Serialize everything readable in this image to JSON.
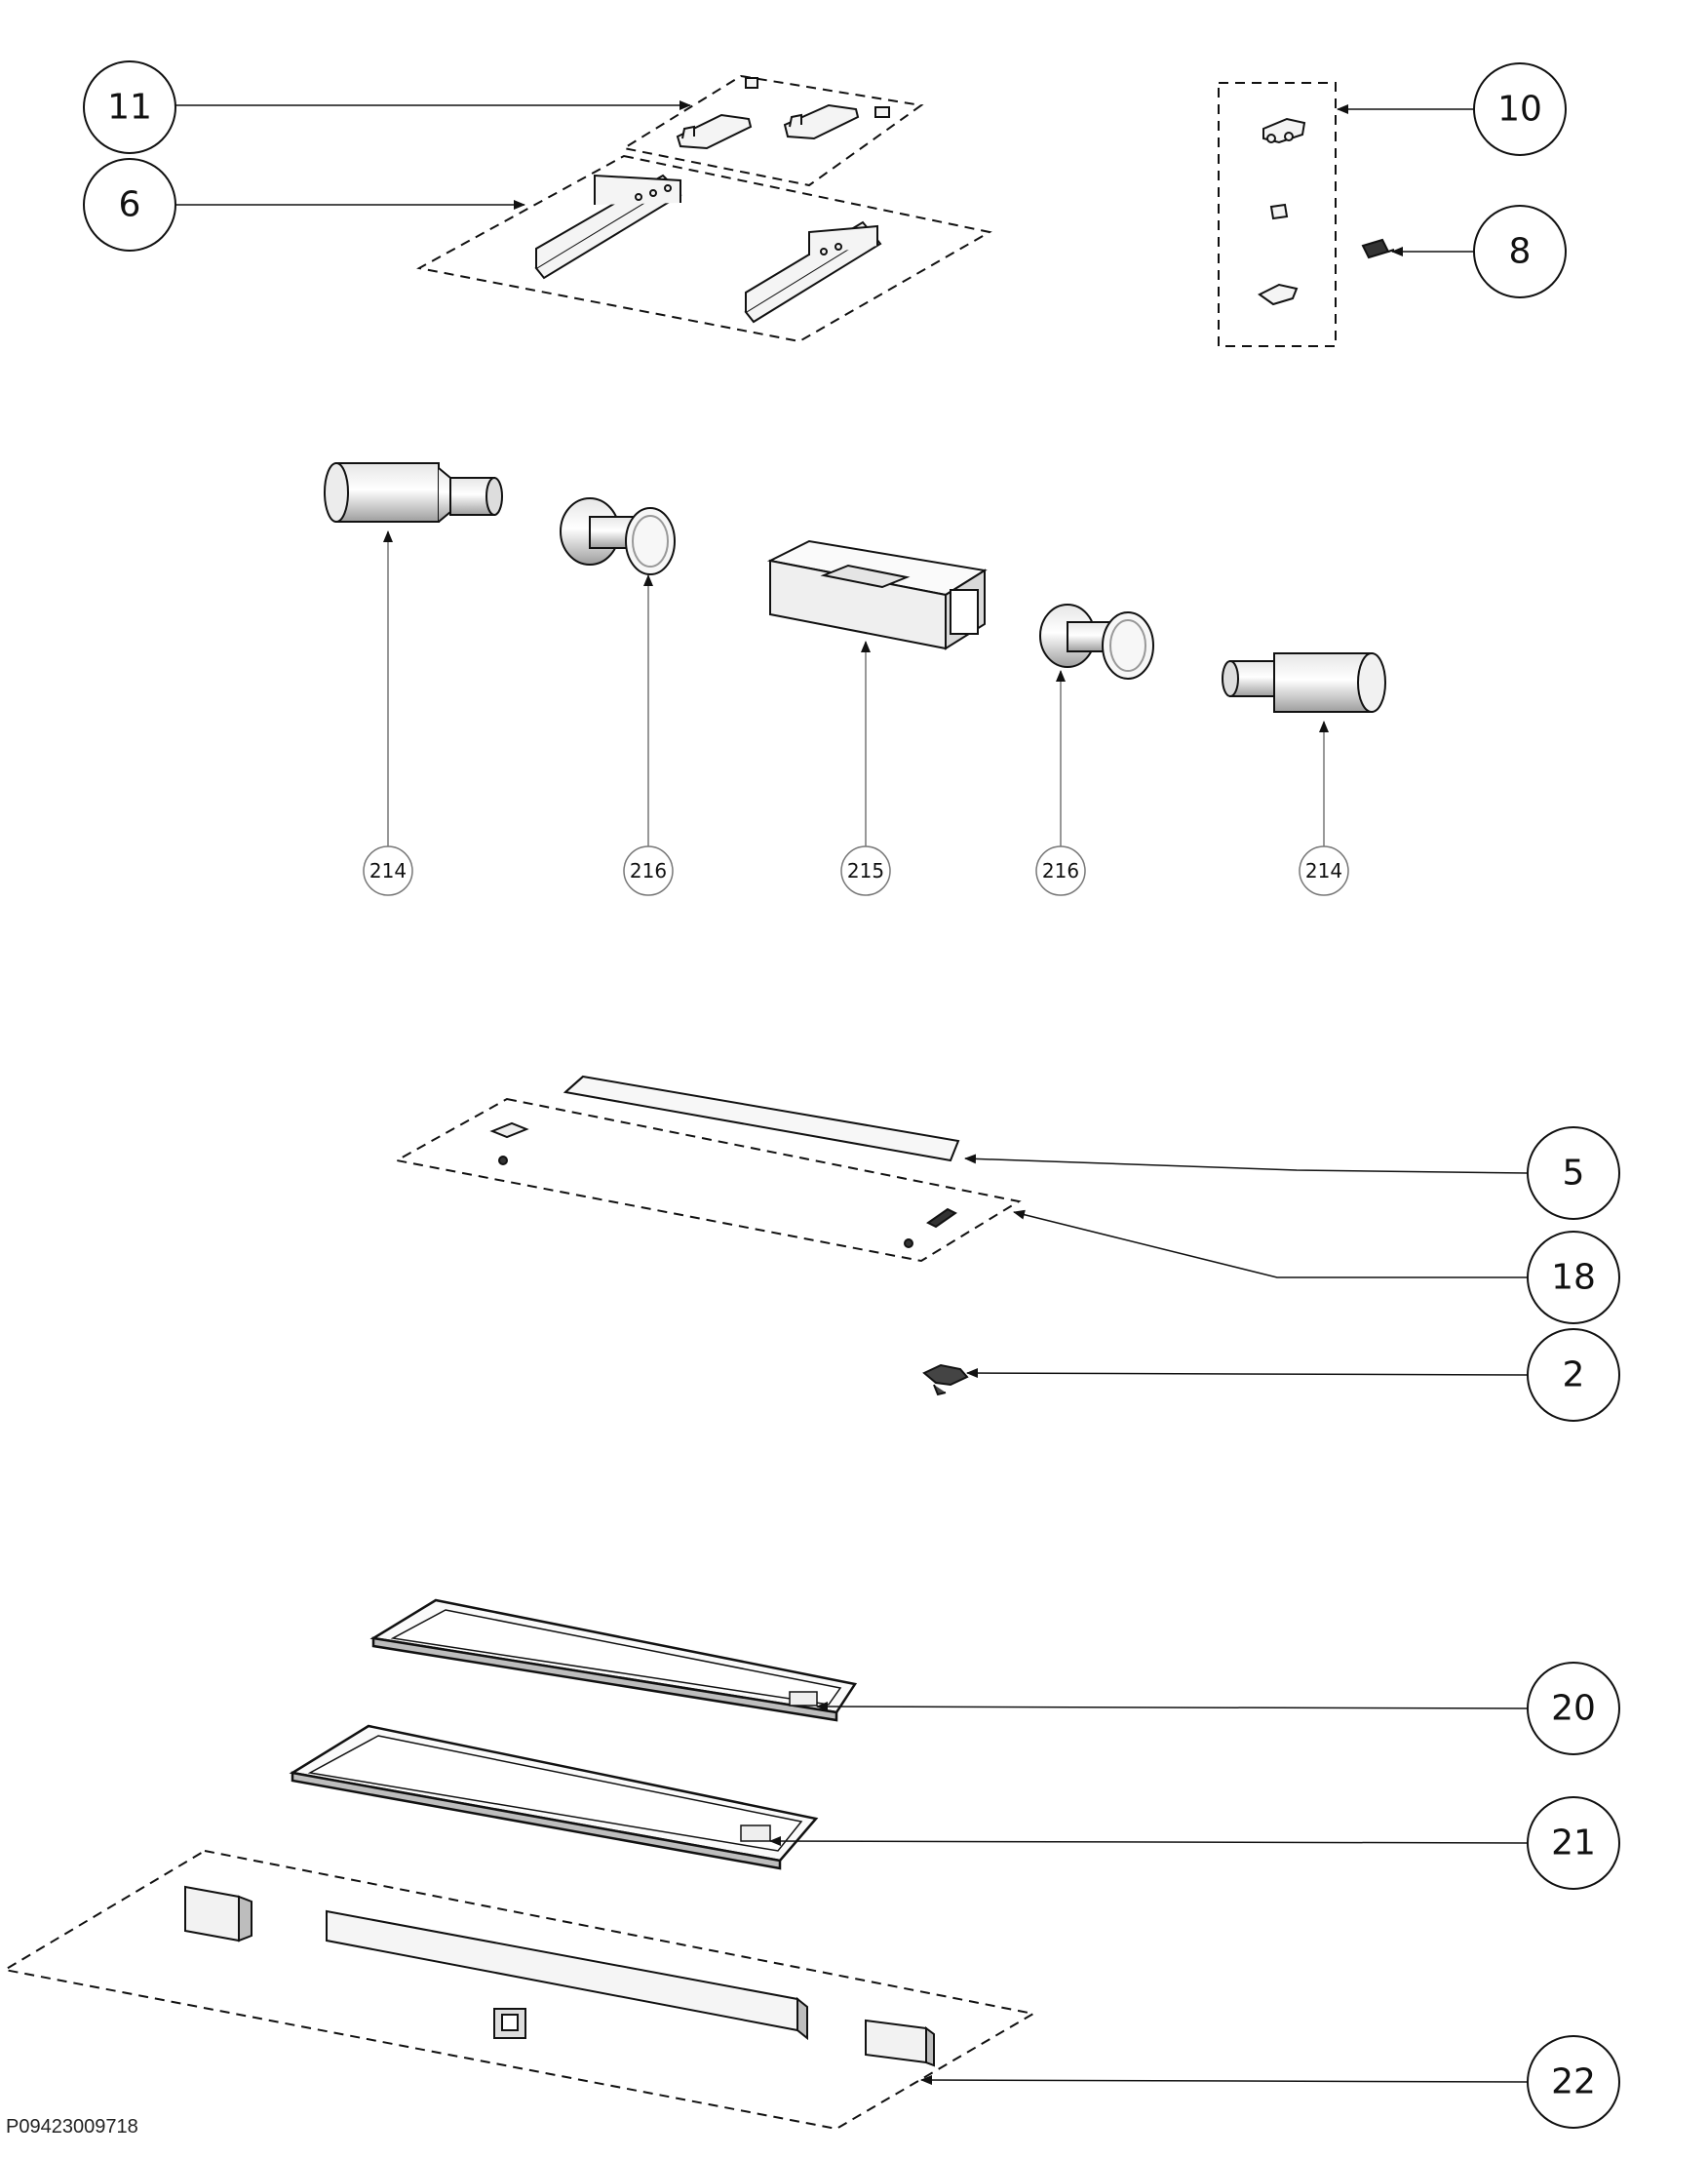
{
  "document": {
    "id": "P09423009718"
  },
  "callouts": {
    "c11": "11",
    "c6": "6",
    "c10": "10",
    "c8": "8",
    "c214a": "214",
    "c216a": "216",
    "c215": "215",
    "c216b": "216",
    "c214b": "214",
    "c5": "5",
    "c18": "18",
    "c2": "2",
    "c20": "20",
    "c21": "21",
    "c22": "22"
  },
  "colors": {
    "line": "#111111",
    "leader": "#777777",
    "part_fill": "#f2f2f2",
    "part_shade": "#bdbdbd"
  }
}
